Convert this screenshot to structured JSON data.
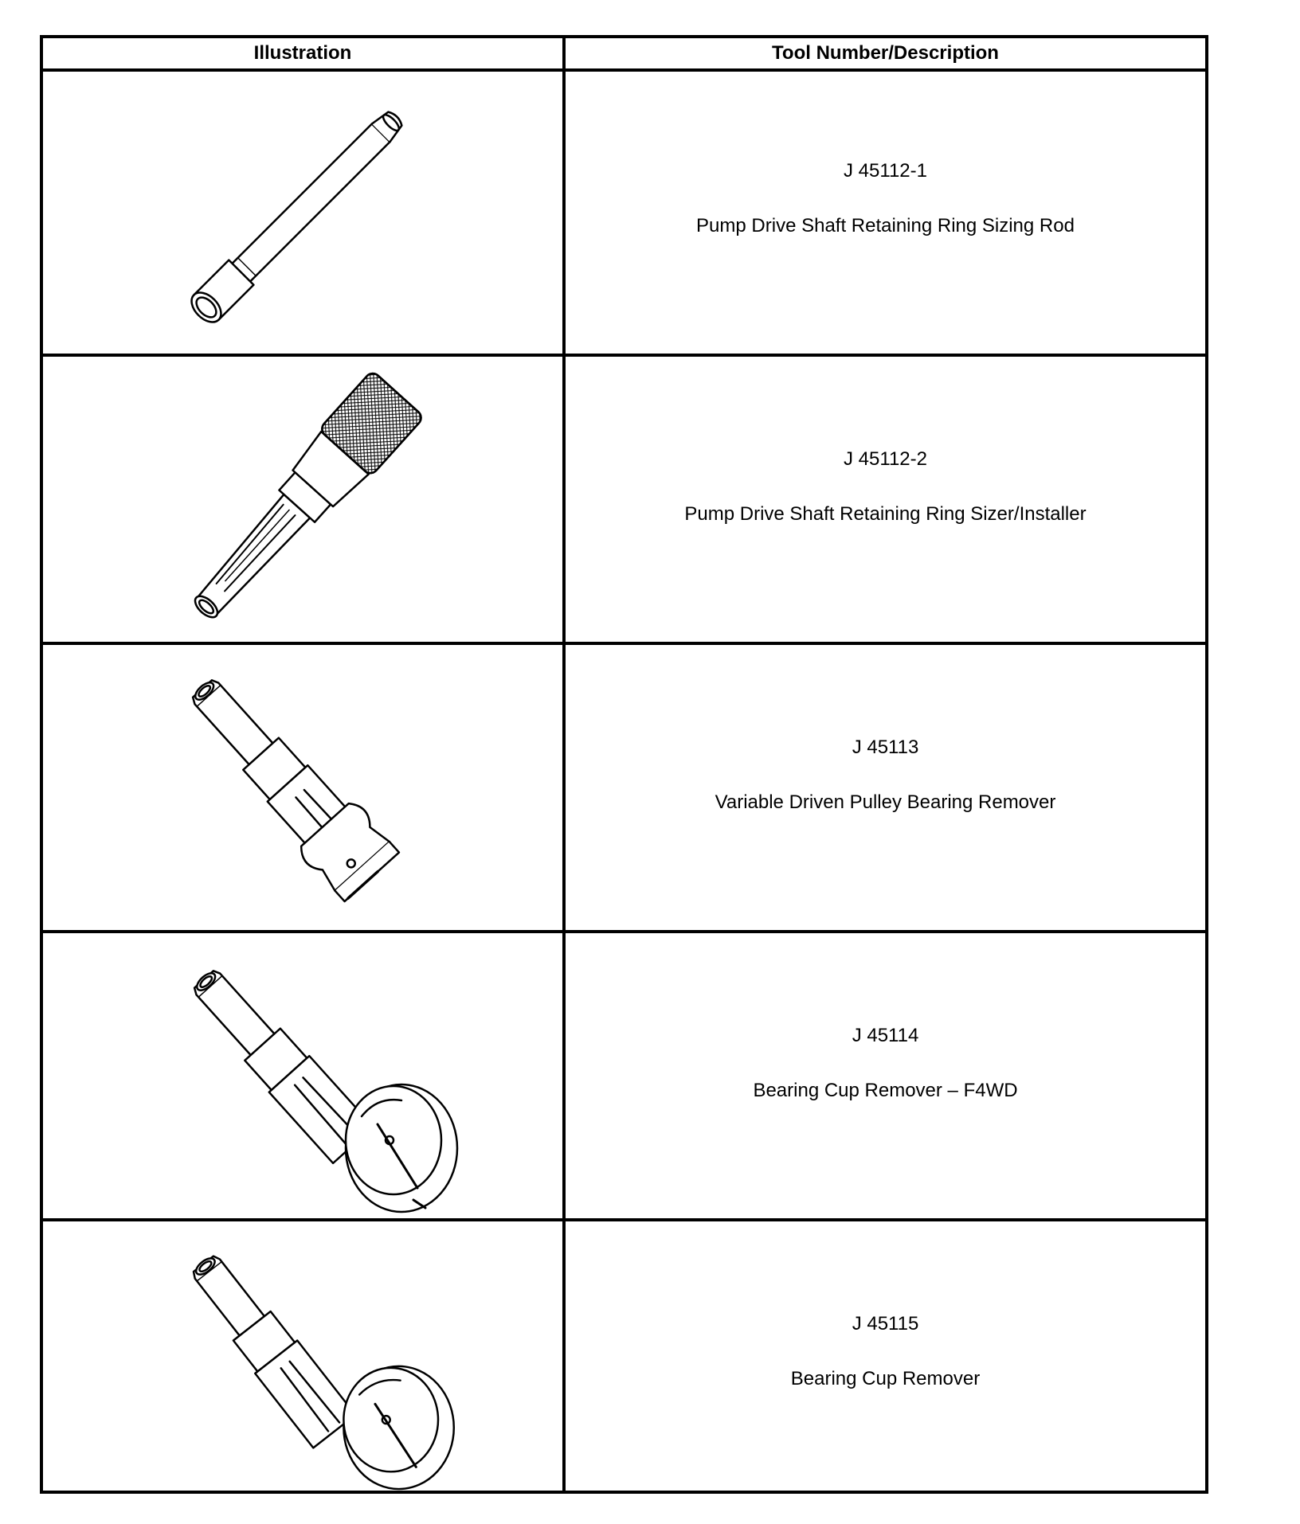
{
  "table": {
    "headers": {
      "illustration": "Illustration",
      "tool": "Tool Number/Description"
    },
    "rows": [
      {
        "number": "J 45112-1",
        "description": "Pump Drive Shaft Retaining Ring Sizing Rod",
        "illustration_icon": "sizing-rod-icon"
      },
      {
        "number": "J 45112-2",
        "description": "Pump Drive Shaft Retaining Ring Sizer/Installer",
        "illustration_icon": "sizer-installer-icon"
      },
      {
        "number": "J 45113",
        "description": "Variable Driven Pulley Bearing Remover",
        "illustration_icon": "pulley-bearing-remover-icon"
      },
      {
        "number": "J 45114",
        "description": "Bearing Cup Remover – F4WD",
        "illustration_icon": "bearing-cup-remover-f4wd-icon"
      },
      {
        "number": "J 45115",
        "description": "Bearing Cup Remover",
        "illustration_icon": "bearing-cup-remover-icon"
      }
    ]
  }
}
